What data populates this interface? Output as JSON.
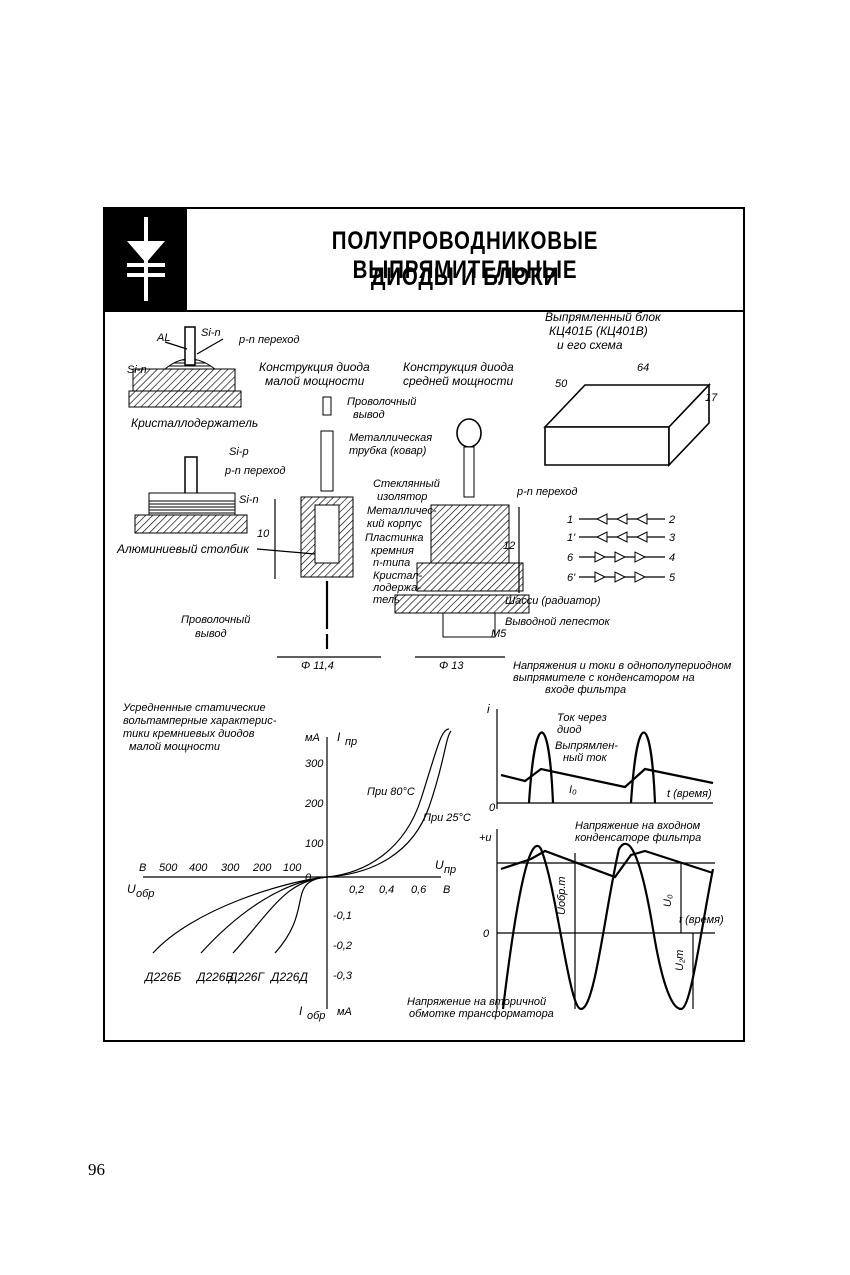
{
  "page": {
    "number": "96"
  },
  "header": {
    "title_line1": "ПОЛУПРОВОДНИКОВЫЕ ВЫПРЯМИТЕЛЬНЫЕ",
    "title_line2": "ДИОДЫ И БЛОКИ",
    "icon": "diode-symbol-icon"
  },
  "construction": {
    "al": "AL",
    "si_n_top": "Si-n",
    "pn_top": "p-n переход",
    "si_n_left": "Si-n",
    "crystal_holder": "Кристаллодержатель",
    "si_p": "Si-p",
    "pn_mid": "p-n переход",
    "si_n_mid": "Si-n",
    "al_column": "Алюминиевый столбик",
    "small_title_1": "Конструкция диода",
    "small_title_2": "малой мощности",
    "medium_title_1": "Конструкция диода",
    "medium_title_2": "средней мощности",
    "wire_lead_1": "Проволочный",
    "wire_lead_2": "вывод",
    "metal_tube_1": "Металлическая",
    "metal_tube_2": "трубка (ковар)",
    "glass_ins_1": "Стеклянный",
    "glass_ins_2": "изолятор",
    "metal_case_1": "Металличес-",
    "metal_case_2": "кий корпус",
    "plate_1": "Пластинка",
    "plate_2": "кремния",
    "plate_3": "n-типа",
    "holder_1": "Кристал-",
    "holder_2": "лодержа-",
    "holder_3": "тель",
    "pn_right": "p-n переход",
    "chassis": "Шасси (радиатор)",
    "lug": "Выводной лепесток",
    "wire_low_1": "Проволочный",
    "wire_low_2": "вывод",
    "dim_10": "10",
    "dim_12": "12",
    "dim_114": "Φ 11,4",
    "dim_13": "Φ 13",
    "m5": "M5"
  },
  "block": {
    "title_1": "Выпрямленный блок",
    "title_2": "КЦ401Б (КЦ401В)",
    "title_3": "и его схема",
    "dim_64": "64",
    "dim_50": "50",
    "dim_17": "17",
    "pins_left": [
      "1",
      "1'",
      "6",
      "6'"
    ],
    "pins_right": [
      "2",
      "3",
      "4",
      "5"
    ]
  },
  "iv_chart": {
    "caption_1": "Усредненные статические",
    "caption_2": "вольтамперные характерис-",
    "caption_3": "тики кремниевых диодов",
    "caption_4": "малой мощности",
    "y_unit_top": "мА",
    "y_label_top": "I",
    "y_label_top_sub": "пр",
    "x_label_right": "U",
    "x_label_right_sub": "пр",
    "x_unit_right": "B",
    "x_unit_left": "B",
    "x_label_left": "U",
    "x_label_left_sub": "обр",
    "y_label_bottom": "I",
    "y_label_bottom_sub": "обр",
    "y_unit_bottom": "мА",
    "pos_y_ticks": [
      "300",
      "200",
      "100",
      "0"
    ],
    "neg_x_ticks": [
      "500",
      "400",
      "300",
      "200",
      "100"
    ],
    "pos_x_ticks": [
      "0,2",
      "0,4",
      "0,6"
    ],
    "neg_y_ticks": [
      "-0,1",
      "-0,2",
      "-0,3"
    ],
    "curve_80": "При 80°С",
    "curve_25": "При 25°С",
    "diodes": [
      "Д226Б",
      "Д226В",
      "Д226Г",
      "Д226Д"
    ]
  },
  "rect_chart": {
    "caption_1": "Напряжения и токи в однополупериодном",
    "caption_2": "выпрямителе с конденсатором на",
    "caption_3": "входе фильтра",
    "i_axis": "i",
    "zero_top": "0",
    "diode_current_1": "Ток через",
    "diode_current_2": "диод",
    "rect_current_1": "Выпрямлен-",
    "rect_current_2": "ный ток",
    "i0": "I₀",
    "t_label_top": "t (время)",
    "cap_voltage_1": "Напряжение на входном",
    "cap_voltage_2": "конденсаторе фильтра",
    "u_axis": "+u",
    "zero_bottom": "0",
    "u_obr": "Uобр.т",
    "u0": "U₀",
    "u2m": "U₂т",
    "t_label_bottom": "t (время)",
    "secondary_1": "Напряжение на вторичной",
    "secondary_2": "обмотке трансформатора"
  }
}
